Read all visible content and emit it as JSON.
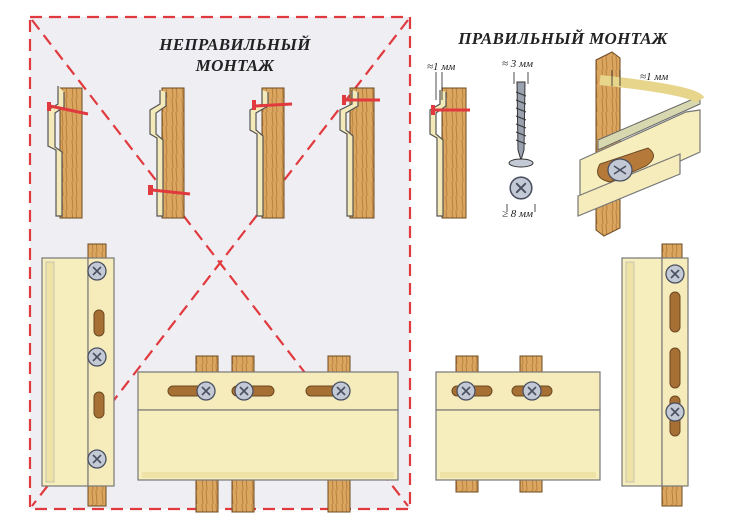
{
  "wrong": {
    "title_line1": "НЕПРАВИЛЬНЫЙ",
    "title_line2": "МОНТАЖ"
  },
  "right": {
    "title": "ПРАВИЛЬНЫЙ МОНТАЖ"
  },
  "dimensions": {
    "gap_1": "≈1 мм",
    "screw_shank": "≈ 3 мм",
    "screw_head": "≥ 8 мм",
    "gap_2": "≈1 мм"
  },
  "colors": {
    "wrong_area_bg": "#efeef3",
    "dashed_frame": "#e0393e",
    "panel_fill": "#f7eebe",
    "wood_fill": "#d9a25c",
    "screw_fill": "#bfc6d3"
  }
}
